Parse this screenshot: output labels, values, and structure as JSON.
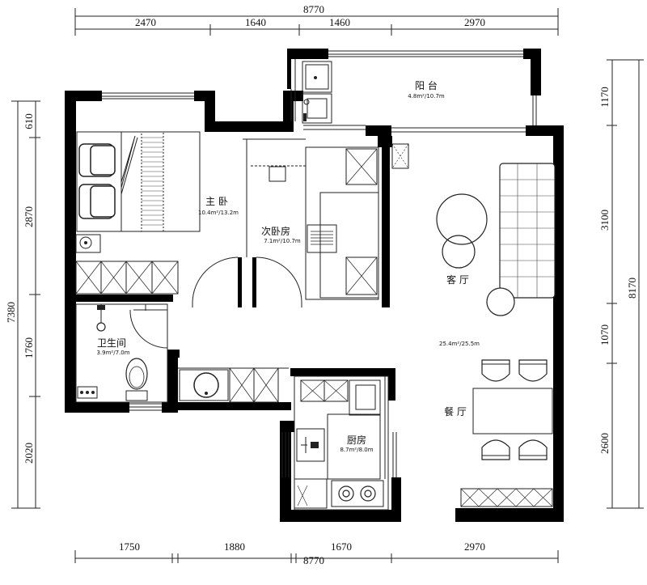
{
  "dimensions": {
    "top_total": "8770",
    "top_segments": [
      "2470",
      "1640",
      "1460",
      "2970"
    ],
    "bottom_total": "8770",
    "bottom_segments": [
      "1750",
      "1880",
      "1670",
      "2970"
    ],
    "left_total": "7380",
    "left_segments": [
      "610",
      "2870",
      "1760",
      "2020"
    ],
    "right_total": "8170",
    "right_segments": [
      "1170",
      "3100",
      "1070",
      "2600"
    ]
  },
  "rooms": {
    "balcony": {
      "name": "阳 台",
      "area": "4.8m²/10.7m"
    },
    "master_bedroom": {
      "name": "主 卧",
      "area": "10.4m²/13.2m"
    },
    "second_bedroom": {
      "name": "次卧房",
      "area": "7.1m²/10.7m"
    },
    "living_room": {
      "name": "客 厅",
      "area": "25.4m²/25.5m"
    },
    "bathroom": {
      "name": "卫生间",
      "area": "3.9m²/7.0m"
    },
    "kitchen": {
      "name": "厨房",
      "area": "8.7m²/8.0m"
    },
    "dining_room": {
      "name": "餐 厅"
    }
  }
}
